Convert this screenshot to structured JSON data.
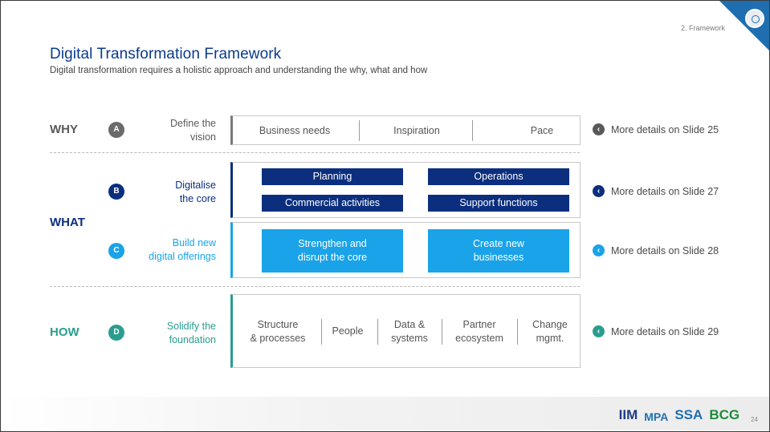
{
  "header": {
    "section_tag": "2. Framework",
    "title": "Digital Transformation Framework",
    "subtitle": "Digital transformation requires a holistic approach and understanding the why, what and how"
  },
  "colors": {
    "title": "#0b3b8c",
    "why": "#5a5a5a",
    "what": "#0b2f7e",
    "offerings": "#1aa3e8",
    "how": "#2a9d8f"
  },
  "rows": {
    "why": {
      "label": "WHY",
      "letter": "A",
      "desc": [
        "Define the",
        "vision"
      ],
      "segments": [
        "Business needs",
        "Inspiration",
        "Pace"
      ],
      "more": "More details on Slide 25"
    },
    "what": {
      "label": "WHAT",
      "core": {
        "letter": "B",
        "desc": [
          "Digitalise",
          "the core"
        ],
        "items": [
          "Planning",
          "Operations",
          "Commercial activities",
          "Support functions"
        ],
        "more": "More details on Slide 27"
      },
      "offerings": {
        "letter": "C",
        "desc": [
          "Build new",
          "digital offerings"
        ],
        "items": [
          [
            "Strengthen and",
            "disrupt the core"
          ],
          [
            "Create new",
            "businesses"
          ]
        ],
        "more": "More details on Slide 28"
      }
    },
    "how": {
      "label": "HOW",
      "letter": "D",
      "desc": [
        "Solidify the",
        "foundation"
      ],
      "segments": [
        [
          "Structure",
          "& processes"
        ],
        [
          "People"
        ],
        [
          "Data &",
          "systems"
        ],
        [
          "Partner",
          "ecosystem"
        ],
        [
          "Change",
          "mgmt."
        ]
      ],
      "more": "More details on Slide 29"
    }
  },
  "footer": {
    "logos": [
      "IIM",
      "MPA",
      "SSA",
      "BCG"
    ],
    "page_number": "24"
  }
}
